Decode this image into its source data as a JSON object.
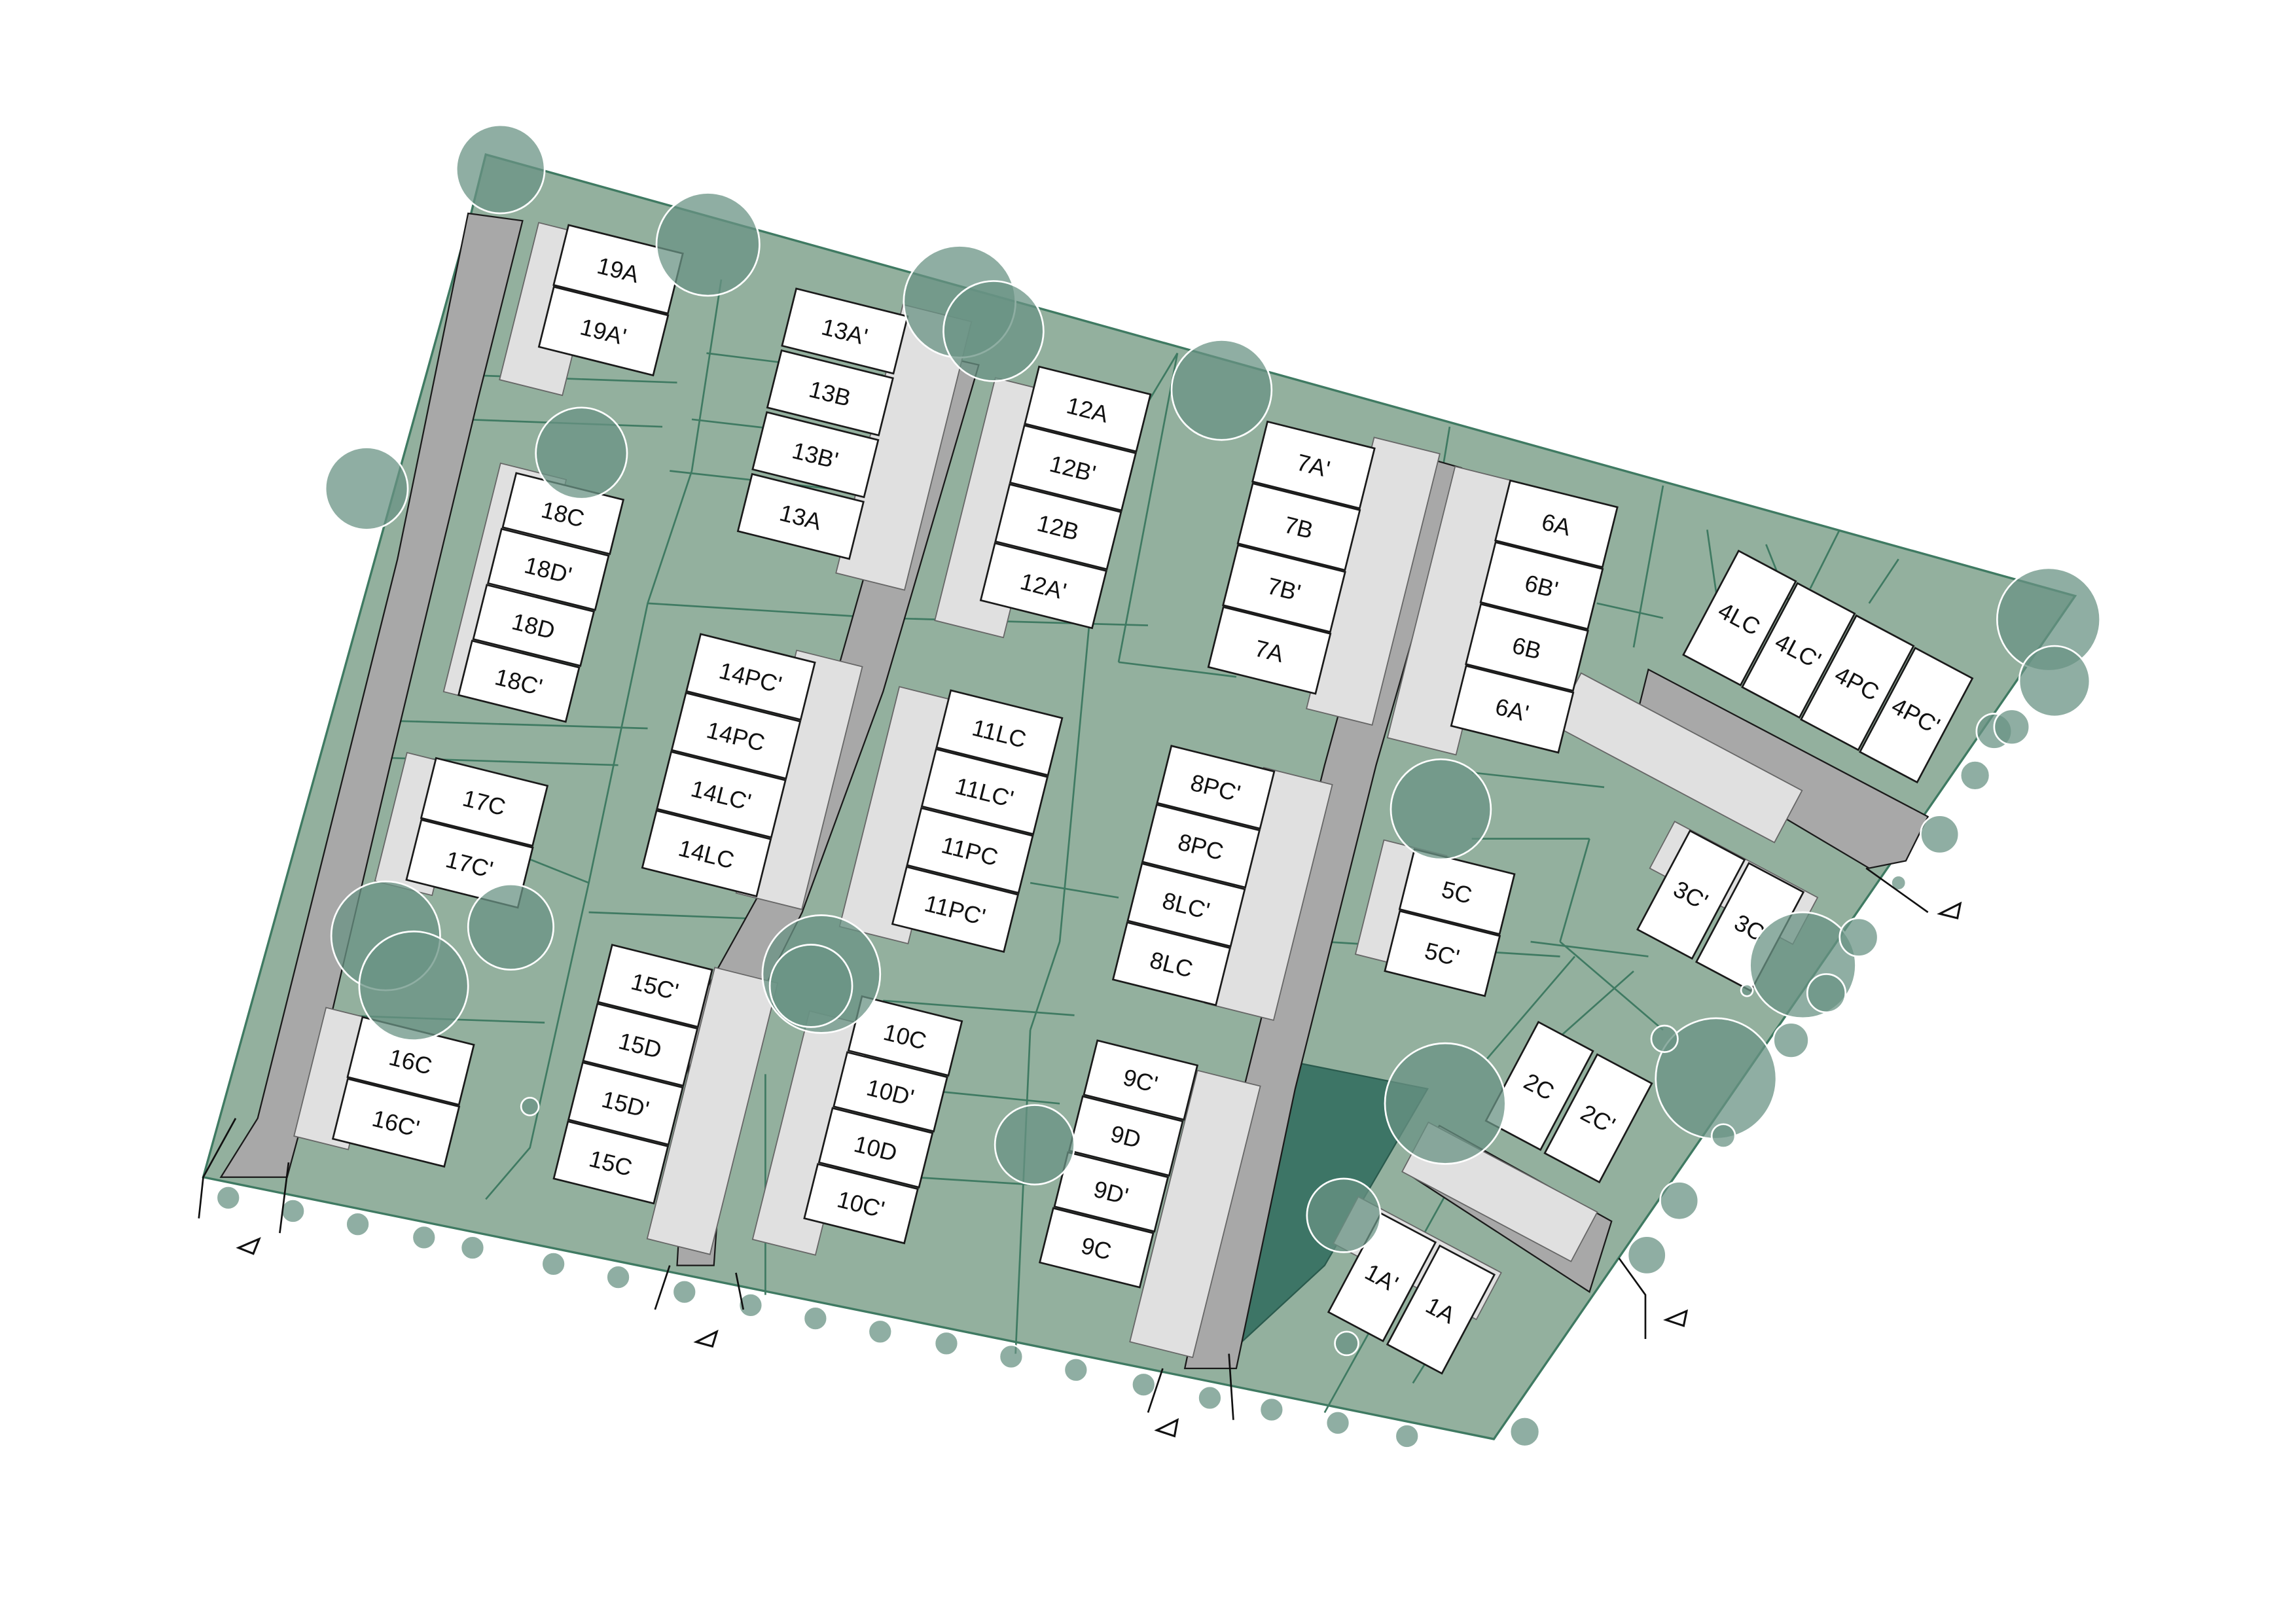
{
  "colors": {
    "site_fill": "#93b09e",
    "site_line": "#3f7a62",
    "road_fill": "#a8a8a8",
    "parking_fill": "#e0e0e0",
    "tree_fill": "#6a9384",
    "dark_green": "#3d7566",
    "unit_fill": "#ffffff",
    "outline": "#1a1a1a"
  },
  "units": [
    {
      "label": "19A"
    },
    {
      "label": "19A'"
    },
    {
      "label": "18C"
    },
    {
      "label": "18D'"
    },
    {
      "label": "18D"
    },
    {
      "label": "18C'"
    },
    {
      "label": "17C"
    },
    {
      "label": "17C'"
    },
    {
      "label": "16C"
    },
    {
      "label": "16C'"
    },
    {
      "label": "13A'"
    },
    {
      "label": "13B"
    },
    {
      "label": "13B'"
    },
    {
      "label": "13A"
    },
    {
      "label": "12A"
    },
    {
      "label": "12B'"
    },
    {
      "label": "12B"
    },
    {
      "label": "12A'"
    },
    {
      "label": "14PC'"
    },
    {
      "label": "14PC"
    },
    {
      "label": "14LC'"
    },
    {
      "label": "14LC"
    },
    {
      "label": "11LC"
    },
    {
      "label": "11LC'"
    },
    {
      "label": "11PC"
    },
    {
      "label": "11PC'"
    },
    {
      "label": "15C'"
    },
    {
      "label": "15D"
    },
    {
      "label": "15D'"
    },
    {
      "label": "15C"
    },
    {
      "label": "10C"
    },
    {
      "label": "10D'"
    },
    {
      "label": "10D"
    },
    {
      "label": "10C'"
    },
    {
      "label": "7A'"
    },
    {
      "label": "7B"
    },
    {
      "label": "7B'"
    },
    {
      "label": "7A"
    },
    {
      "label": "6A"
    },
    {
      "label": "6B'"
    },
    {
      "label": "6B"
    },
    {
      "label": "6A'"
    },
    {
      "label": "8PC'"
    },
    {
      "label": "8PC"
    },
    {
      "label": "8LC'"
    },
    {
      "label": "8LC"
    },
    {
      "label": "5C"
    },
    {
      "label": "5C'"
    },
    {
      "label": "9C'"
    },
    {
      "label": "9D"
    },
    {
      "label": "9D'"
    },
    {
      "label": "9C"
    },
    {
      "label": "4LC"
    },
    {
      "label": "4LC'"
    },
    {
      "label": "4PC"
    },
    {
      "label": "4PC'"
    },
    {
      "label": "3C'"
    },
    {
      "label": "3C"
    },
    {
      "label": "2C"
    },
    {
      "label": "2C'"
    },
    {
      "label": "1A'"
    },
    {
      "label": "1A"
    }
  ]
}
